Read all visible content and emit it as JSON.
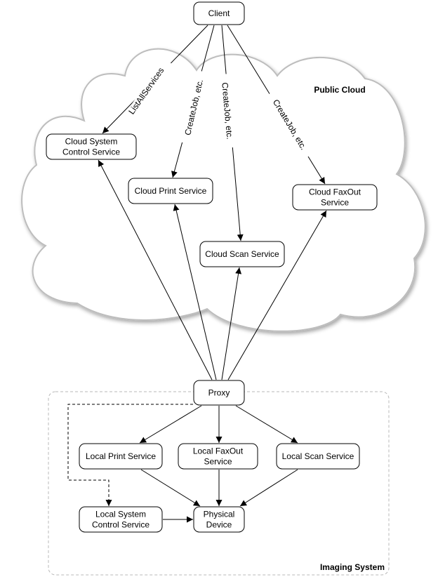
{
  "regions": {
    "public_cloud": "Public Cloud",
    "imaging_system": "Imaging System"
  },
  "nodes": {
    "client": {
      "lines": [
        "Client"
      ]
    },
    "cloud_system_control": {
      "lines": [
        "Cloud System",
        "Control Service"
      ]
    },
    "cloud_print": {
      "lines": [
        "Cloud Print Service"
      ]
    },
    "cloud_scan": {
      "lines": [
        "Cloud Scan Service"
      ]
    },
    "cloud_faxout": {
      "lines": [
        "Cloud FaxOut",
        "Service"
      ]
    },
    "proxy": {
      "lines": [
        "Proxy"
      ]
    },
    "local_print": {
      "lines": [
        "Local Print Service"
      ]
    },
    "local_faxout": {
      "lines": [
        "Local FaxOut",
        "Service"
      ]
    },
    "local_scan": {
      "lines": [
        "Local Scan Service"
      ]
    },
    "local_system_control": {
      "lines": [
        "Local System",
        "Control Service"
      ]
    },
    "physical_device": {
      "lines": [
        "Physical",
        "Device"
      ]
    }
  },
  "edges": [
    {
      "from": "client",
      "to": "cloud_system_control",
      "label": "ListAllServices"
    },
    {
      "from": "client",
      "to": "cloud_print",
      "label": "CreateJob, etc."
    },
    {
      "from": "client",
      "to": "cloud_scan",
      "label": "CreateJob, etc."
    },
    {
      "from": "client",
      "to": "cloud_faxout",
      "label": "CreateJob, etc."
    },
    {
      "from": "proxy",
      "to": "cloud_system_control",
      "label": ""
    },
    {
      "from": "proxy",
      "to": "cloud_print",
      "label": ""
    },
    {
      "from": "proxy",
      "to": "cloud_scan",
      "label": ""
    },
    {
      "from": "proxy",
      "to": "cloud_faxout",
      "label": ""
    },
    {
      "from": "proxy",
      "to": "local_print",
      "label": ""
    },
    {
      "from": "proxy",
      "to": "local_faxout",
      "label": ""
    },
    {
      "from": "proxy",
      "to": "local_scan",
      "label": ""
    },
    {
      "from": "proxy",
      "to": "local_system_control",
      "label": "",
      "style": "dashed"
    },
    {
      "from": "local_print",
      "to": "physical_device",
      "label": ""
    },
    {
      "from": "local_faxout",
      "to": "physical_device",
      "label": ""
    },
    {
      "from": "local_scan",
      "to": "physical_device",
      "label": ""
    },
    {
      "from": "local_system_control",
      "to": "physical_device",
      "label": ""
    }
  ]
}
